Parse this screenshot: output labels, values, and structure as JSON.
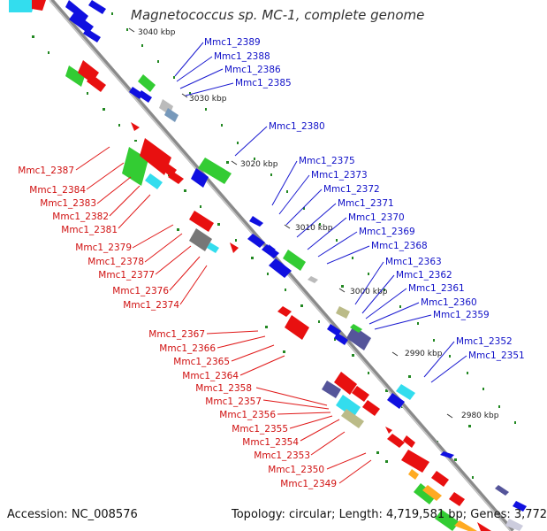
{
  "map": {
    "title": "Magnetococcus sp. MC-1, complete genome",
    "accession_text": "Accession: NC_008576",
    "summary_text": "Topology: circular; Length: 4,719,581 bp; Genes: 3,772"
  },
  "ticks": [
    "3040 kbp",
    "3030 kbp",
    "3020 kbp",
    "3010 kbp",
    "3000 kbp",
    "2990 kbp",
    "2980 kbp"
  ],
  "labels_reverse": [
    "Mmc1_2387",
    "Mmc1_2384",
    "Mmc1_2383",
    "Mmc1_2382",
    "Mmc1_2381",
    "Mmc1_2379",
    "Mmc1_2378",
    "Mmc1_2377",
    "Mmc1_2376",
    "Mmc1_2374",
    "Mmc1_2367",
    "Mmc1_2366",
    "Mmc1_2365",
    "Mmc1_2364",
    "Mmc1_2358",
    "Mmc1_2357",
    "Mmc1_2356",
    "Mmc1_2355",
    "Mmc1_2354",
    "Mmc1_2353",
    "Mmc1_2350",
    "Mmc1_2349"
  ],
  "labels_forward": [
    "Mmc1_2389",
    "Mmc1_2388",
    "Mmc1_2386",
    "Mmc1_2385",
    "Mmc1_2380",
    "Mmc1_2375",
    "Mmc1_2373",
    "Mmc1_2372",
    "Mmc1_2371",
    "Mmc1_2370",
    "Mmc1_2369",
    "Mmc1_2368",
    "Mmc1_2363",
    "Mmc1_2362",
    "Mmc1_2361",
    "Mmc1_2360",
    "Mmc1_2359",
    "Mmc1_2352",
    "Mmc1_2351"
  ],
  "colors": {
    "backbone": "#8a8a8a",
    "reverse_label": "#d01010",
    "forward_label": "#1010c8",
    "gene_red": "#e81010",
    "gene_blue": "#1010e0",
    "gene_green": "#33cc33",
    "gene_cyan": "#33ddee",
    "gene_gray": "#777777",
    "gene_navy": "#55559a",
    "gene_khaki": "#bbbb88",
    "ring_dots": "#339933"
  }
}
